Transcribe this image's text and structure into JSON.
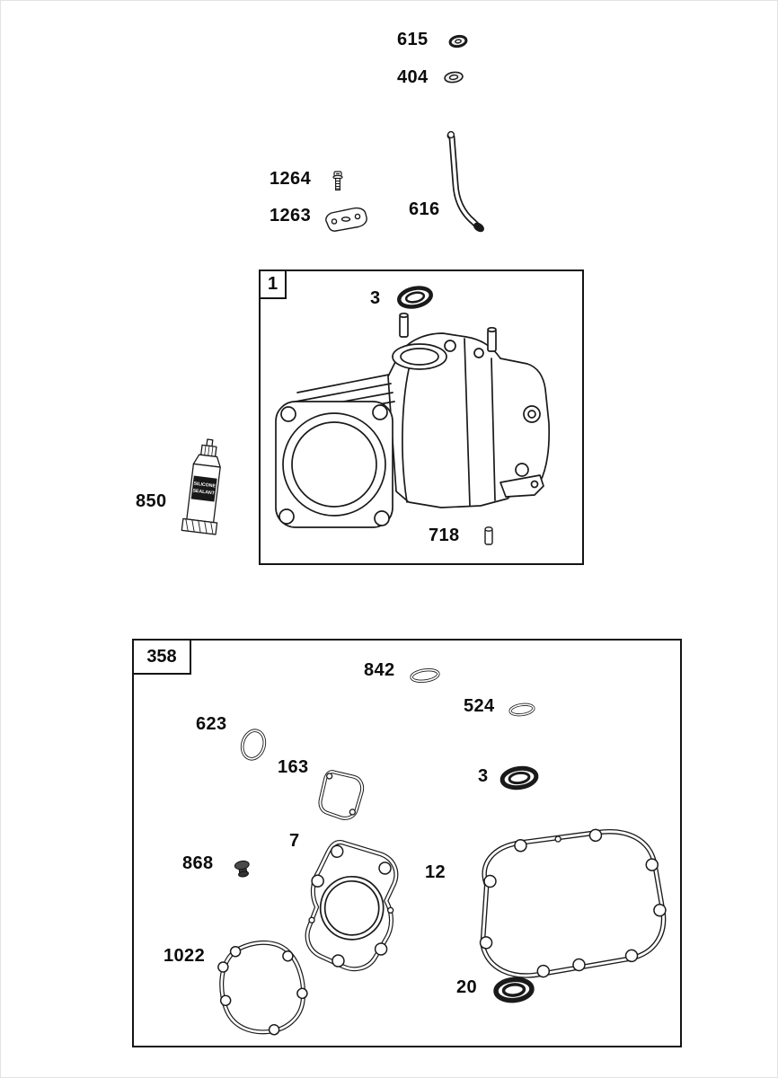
{
  "page": {
    "background": "#ffffff",
    "line_color": "#1a1a1a"
  },
  "top_parts": {
    "p615": {
      "ref": "615"
    },
    "p404": {
      "ref": "404"
    },
    "p1264": {
      "ref": "1264"
    },
    "p1263": {
      "ref": "1263"
    },
    "p616": {
      "ref": "616"
    }
  },
  "group1": {
    "box_label": "1",
    "p3": {
      "ref": "3"
    },
    "p718": {
      "ref": "718"
    }
  },
  "sealant": {
    "ref": "850",
    "tube_line1": "SILICONE",
    "tube_line2": "SEALANT"
  },
  "group358": {
    "box_label": "358",
    "p842": {
      "ref": "842"
    },
    "p524": {
      "ref": "524"
    },
    "p623": {
      "ref": "623"
    },
    "p163": {
      "ref": "163"
    },
    "p3": {
      "ref": "3"
    },
    "p7": {
      "ref": "7"
    },
    "p868": {
      "ref": "868"
    },
    "p12": {
      "ref": "12"
    },
    "p1022": {
      "ref": "1022"
    },
    "p20": {
      "ref": "20"
    }
  },
  "icons": {
    "p615": "grommet-seal-icon",
    "p404": "sealing-washer-icon",
    "p1264": "screw-icon",
    "p1263": "breather-cover-plate-icon",
    "p616": "oil-dipstick-tube-icon",
    "group1_p3": "oil-seal-icon",
    "group1_p718": "dowel-pin-icon",
    "p850": "sealant-tube-icon",
    "p842": "thin-o-ring-icon",
    "p524": "thin-o-ring-icon",
    "p623": "o-ring-icon",
    "p163": "breather-gasket-icon",
    "p3": "oil-seal-icon",
    "p7": "cylinder-head-gasket-icon",
    "p868": "cup-plug-icon",
    "p12": "crankcase-gasket-icon",
    "p1022": "cover-gasket-icon",
    "p20": "oil-seal-icon",
    "drawing": "cylinder-crankcase-drawing"
  }
}
